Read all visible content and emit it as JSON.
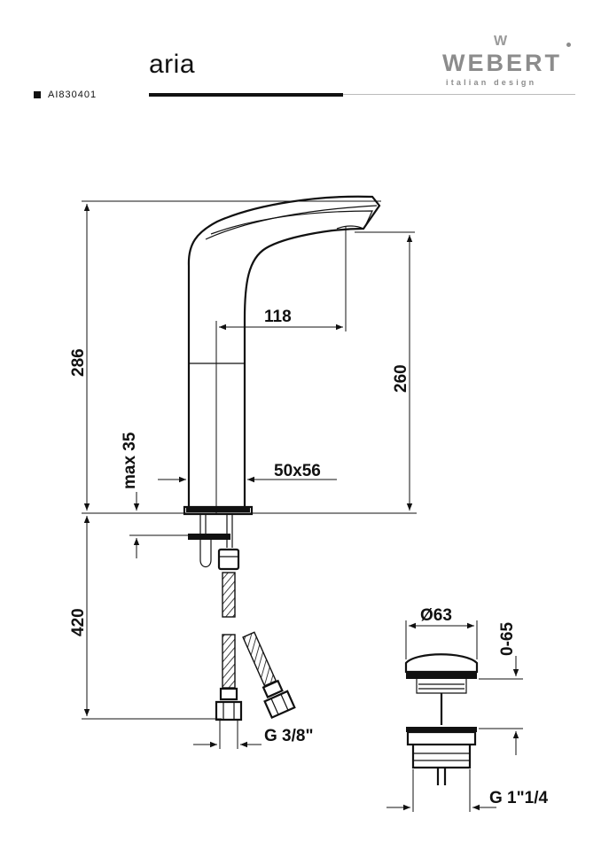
{
  "header": {
    "product_name": "aria",
    "product_code": "AI830401",
    "brand": {
      "mark": "W",
      "name": "WEBERT",
      "tagline": "italian design",
      "color": "#8c8c8c"
    }
  },
  "dimensions": {
    "total_height": "286",
    "spout_height": "260",
    "spout_reach": "118",
    "max_deck_thickness": "max 35",
    "base_size": "50x56",
    "hose_length": "420",
    "hose_connection": "G 3/8\"",
    "waste_diameter": "Ø63",
    "waste_lift": "0-65",
    "waste_thread": "G 1\"1/4"
  }
}
